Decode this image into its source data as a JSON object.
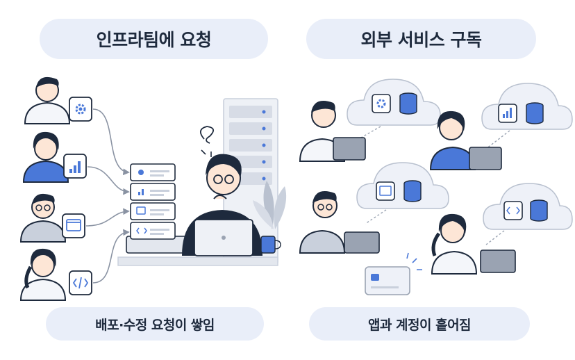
{
  "panels": {
    "left": {
      "title": "인프라팀에 요청",
      "caption": "배포·수정 요청이 쌓임"
    },
    "right": {
      "title": "외부 서비스 구독",
      "caption": "앱과 계정이 흩어짐"
    }
  },
  "icons": {
    "request_cards": [
      "gear-icon",
      "bar-chart-icon",
      "browser-window-icon",
      "code-icon"
    ],
    "cloud_services": [
      "gear-icon",
      "bar-chart-icon",
      "browser-window-icon",
      "code-icon"
    ],
    "database": "database-icon",
    "laptop": "laptop-icon",
    "card": "credit-card-icon"
  },
  "colors": {
    "pill_bg": "#e9eef9",
    "accent_blue": "#4a78d8",
    "ink": "#1e2a3d",
    "cloud_bg": "#eef1f8",
    "line_gray": "#9aa3b2"
  }
}
